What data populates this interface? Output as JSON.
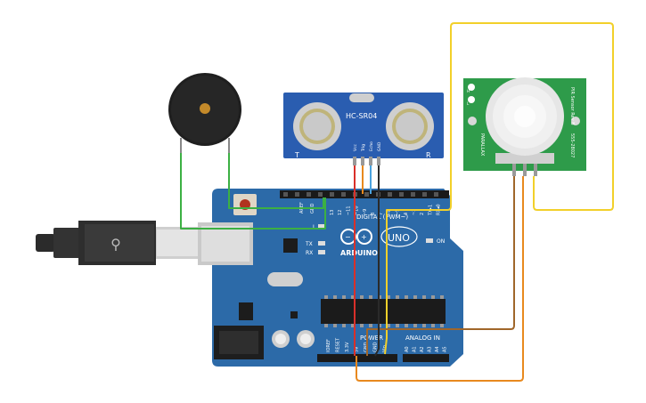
{
  "colors": {
    "board": "#2c6aa8",
    "board_dark": "#1f4f80",
    "sonar_board": "#2a5db0",
    "pir_board": "#2e9b4a",
    "wire_yellow": "#f2d02a",
    "wire_green": "#3cb043",
    "wire_red": "#d9302a",
    "wire_orange": "#e8891e",
    "wire_brown": "#a0662a",
    "wire_black": "#2a2a2a",
    "wire_blue": "#4aa3df"
  },
  "arduino": {
    "logo_text": "ARDUINO",
    "uno_text": "UNO",
    "digital_label": "DIGITAL (PWM~)",
    "power_label": "POWER",
    "analog_label": "ANALOG IN",
    "on_label": "ON",
    "tx_label": "TX",
    "rx_label": "RX",
    "l_label": "L",
    "aref_label": "AREF",
    "gnd_label": "GND",
    "digital_pins": [
      "13",
      "12",
      "~11",
      "~10",
      "~9",
      "8",
      "7",
      "~6",
      "~5",
      "4",
      "~3",
      "2",
      "TX▸1",
      "RX◂0"
    ],
    "power_pins": [
      "IOREF",
      "RESET",
      "3.3V",
      "5V",
      "GND",
      "GND",
      "Vin"
    ],
    "analog_pins": [
      "A0",
      "A1",
      "A2",
      "A3",
      "A4",
      "A5"
    ]
  },
  "sonar": {
    "title": "HC-SR04",
    "left_mark": "T",
    "right_mark": "R",
    "pins": [
      "Vcc",
      "Trig",
      "Echo",
      "GND"
    ]
  },
  "pir": {
    "side_text_left": "PARALLAX",
    "side_text_right": "PIR Sensor Rev B",
    "part_no": "555-28027",
    "jumper_labels": [
      "H",
      "L"
    ]
  }
}
